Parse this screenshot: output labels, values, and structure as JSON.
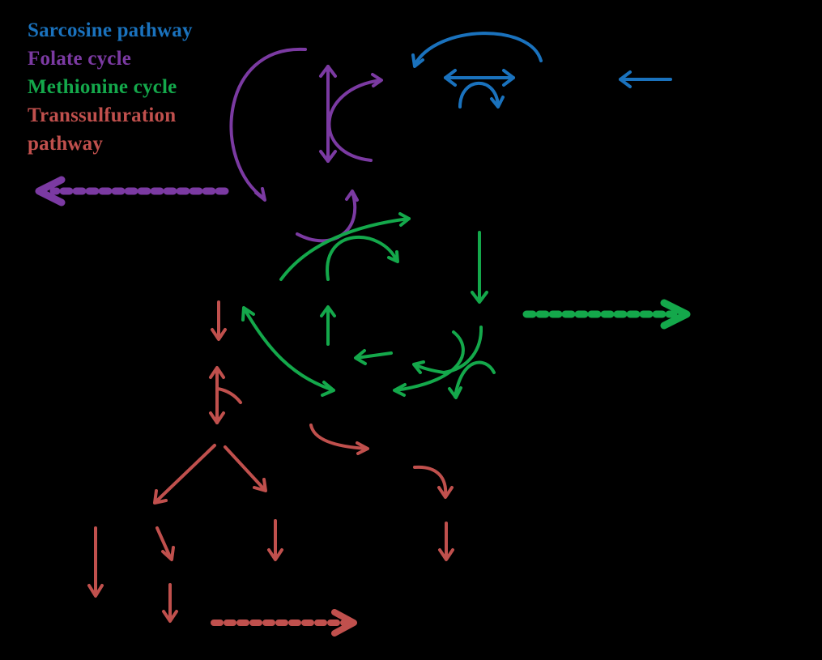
{
  "legend": {
    "sarcosine": "Sarcosine  pathway",
    "folate": "Folate cycle",
    "methionine": "Methionine cycle",
    "transsulfuration_line1": "Transsulfuration",
    "transsulfuration_line2": "pathway"
  },
  "colors": {
    "background": "#000000",
    "sarcosine": "#1a72bd",
    "folate": "#7b3aa2",
    "methionine": "#14a84b",
    "transsulfuration": "#c0504d"
  }
}
